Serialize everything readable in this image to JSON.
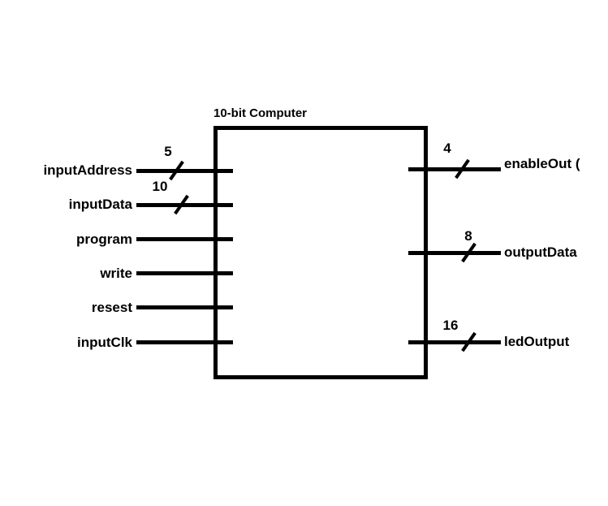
{
  "title": "10-bit Computer",
  "ports": {
    "left": [
      {
        "label": "inputAddress",
        "bus_width": "5"
      },
      {
        "label": "inputData",
        "bus_width": "10"
      },
      {
        "label": "program"
      },
      {
        "label": "write"
      },
      {
        "label": "resest"
      },
      {
        "label": "inputClk"
      }
    ],
    "right": [
      {
        "label": "enableOut (",
        "bus_width": "4"
      },
      {
        "label": "outputData",
        "bus_width": "8"
      },
      {
        "label": "ledOutput",
        "bus_width": "16"
      }
    ]
  },
  "colors": {
    "wire": "#000000",
    "background": "#ffffff",
    "text": "#000000"
  }
}
